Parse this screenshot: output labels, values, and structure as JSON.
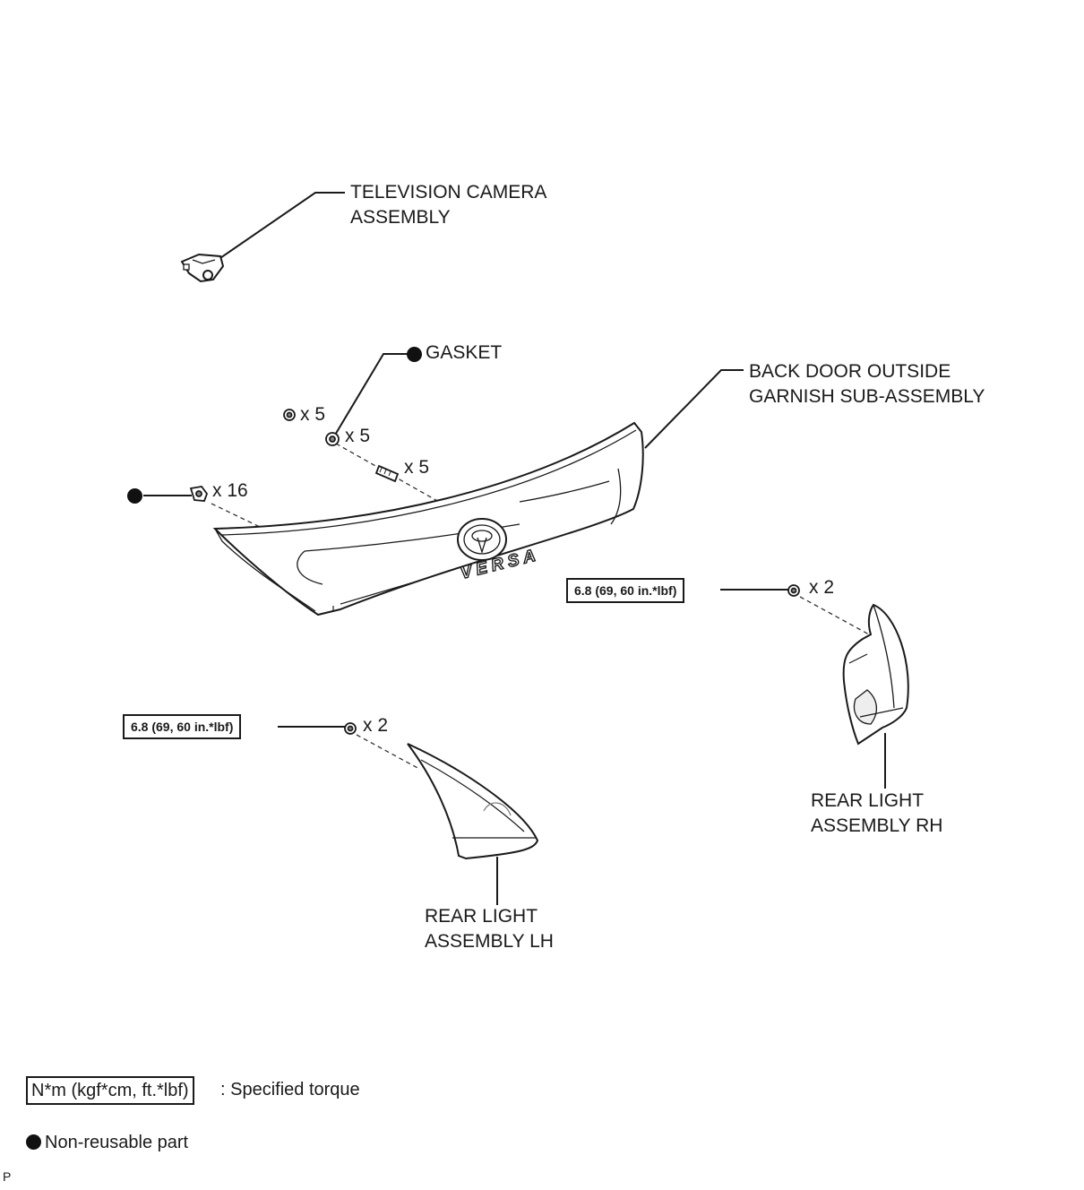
{
  "labels": {
    "camera": [
      "TELEVISION CAMERA",
      "ASSEMBLY"
    ],
    "gasket": "GASKET",
    "garnish": [
      "BACK DOOR OUTSIDE",
      "GARNISH SUB-ASSEMBLY"
    ],
    "rear_rh": [
      "REAR LIGHT",
      "ASSEMBLY RH"
    ],
    "rear_lh": [
      "REAR LIGHT",
      "ASSEMBLY LH"
    ]
  },
  "quantities": {
    "nut_top": "x 5",
    "gasket_nut": "x 5",
    "stud": "x 5",
    "clip": "x 16",
    "rh_nut": "x 2",
    "lh_nut": "x 2"
  },
  "torque": {
    "rh": "6.8 (69, 60 in.*lbf)",
    "lh": "6.8 (69, 60 in.*lbf)"
  },
  "legend": {
    "torque_box": "N*m (kgf*cm, ft.*lbf)",
    "torque_desc": ": Specified torque",
    "nonreusable": "Non-reusable part"
  },
  "emblem_text": "VERSA",
  "corner_code": "P"
}
